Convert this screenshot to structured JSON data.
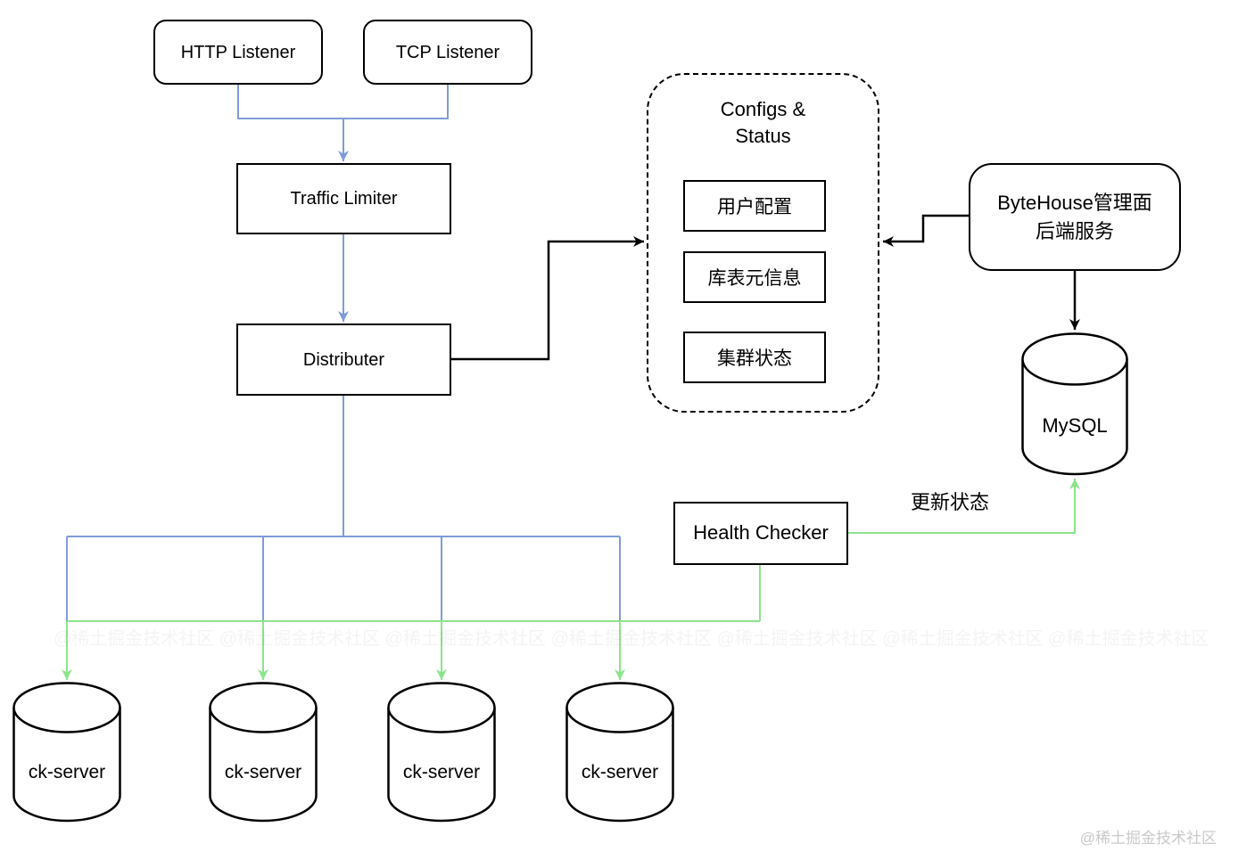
{
  "diagram": {
    "nodes": {
      "http_listener": {
        "label": "HTTP Listener"
      },
      "tcp_listener": {
        "label": "TCP Listener"
      },
      "traffic_limiter": {
        "label": "Traffic Limiter"
      },
      "distributer": {
        "label": "Distributer"
      },
      "configs_status": {
        "title": "Configs &\nStatus",
        "items": [
          {
            "label": "用户配置"
          },
          {
            "label": "库表元信息"
          },
          {
            "label": "集群状态"
          }
        ]
      },
      "bytehouse_backend": {
        "label": "ByteHouse管理面\n后端服务"
      },
      "mysql": {
        "label": "MySQL"
      },
      "health_checker": {
        "label": "Health Checker"
      },
      "ck_servers": [
        {
          "label": "ck-server"
        },
        {
          "label": "ck-server"
        },
        {
          "label": "ck-server"
        },
        {
          "label": "ck-server"
        }
      ]
    },
    "edge_labels": {
      "update_status": "更新状态"
    },
    "watermark": "@稀土掘金技术社区",
    "colors": {
      "flow_blue": "#7f9cd9",
      "flow_green": "#8de48d",
      "edge_black": "#000000",
      "watermark_gray": "#c9c9c9"
    }
  }
}
